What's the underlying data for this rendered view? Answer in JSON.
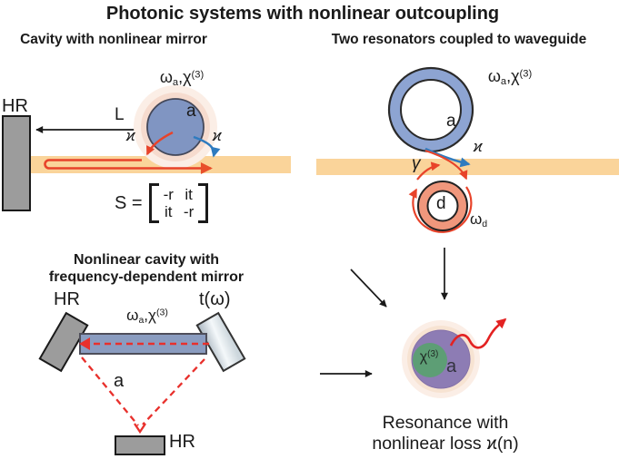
{
  "title": "Photonic systems with nonlinear outcoupling",
  "shared_labels": {
    "omega_base": "ω",
    "omega_sub_a": "a",
    "chi_mid": ",χ",
    "chi_sup": "(3)"
  },
  "cavity_panel": {
    "subtitle": "Cavity with nonlinear mirror",
    "hr": "HR",
    "length": "L",
    "mode": "a",
    "kappa_left": "ϰ",
    "kappa_right": "ϰ",
    "matrix": {
      "lhs": "S =",
      "m11": "-r",
      "m12": "it",
      "m21": "it",
      "m22": "-r"
    }
  },
  "resonators_panel": {
    "subtitle": "Two resonators coupled to waveguide",
    "ring_a": "a",
    "ring_d": "d",
    "kappa": "ϰ",
    "gamma": "γ",
    "omega_d_base": "ω",
    "omega_d_sub": "d"
  },
  "freq_panel": {
    "subtitle_line1": "Nonlinear cavity with",
    "subtitle_line2": "frequency-dependent mirror",
    "hr_left": "HR",
    "t_omega": "t(ω)",
    "mode": "a",
    "hr_bottom": "HR"
  },
  "resonance_panel": {
    "chi_base": "χ",
    "chi_sup": "(3)",
    "mode": "a",
    "caption_line1": "Resonance with",
    "caption_line2": "nonlinear loss ϰ(n)"
  },
  "colors": {
    "waveguide": "#fad49a",
    "resonator_blue": "#8095c2",
    "ring_blue": "#8da4d2",
    "ring_salmon": "#f0977c",
    "glow_outer": "#fbeee6",
    "glow_inner": "#f6dbce",
    "purple": "#8d7cb4",
    "green": "#5d9e75",
    "mirror_gray": "#9c9c9c",
    "bar_blue": "#8a9cc0",
    "arrow_red": "#e8432a",
    "arrow_blue": "#2e7bbf",
    "dashed_red": "#e8302c",
    "squiggle_red": "#e32222",
    "text": "#1a1a1a"
  }
}
